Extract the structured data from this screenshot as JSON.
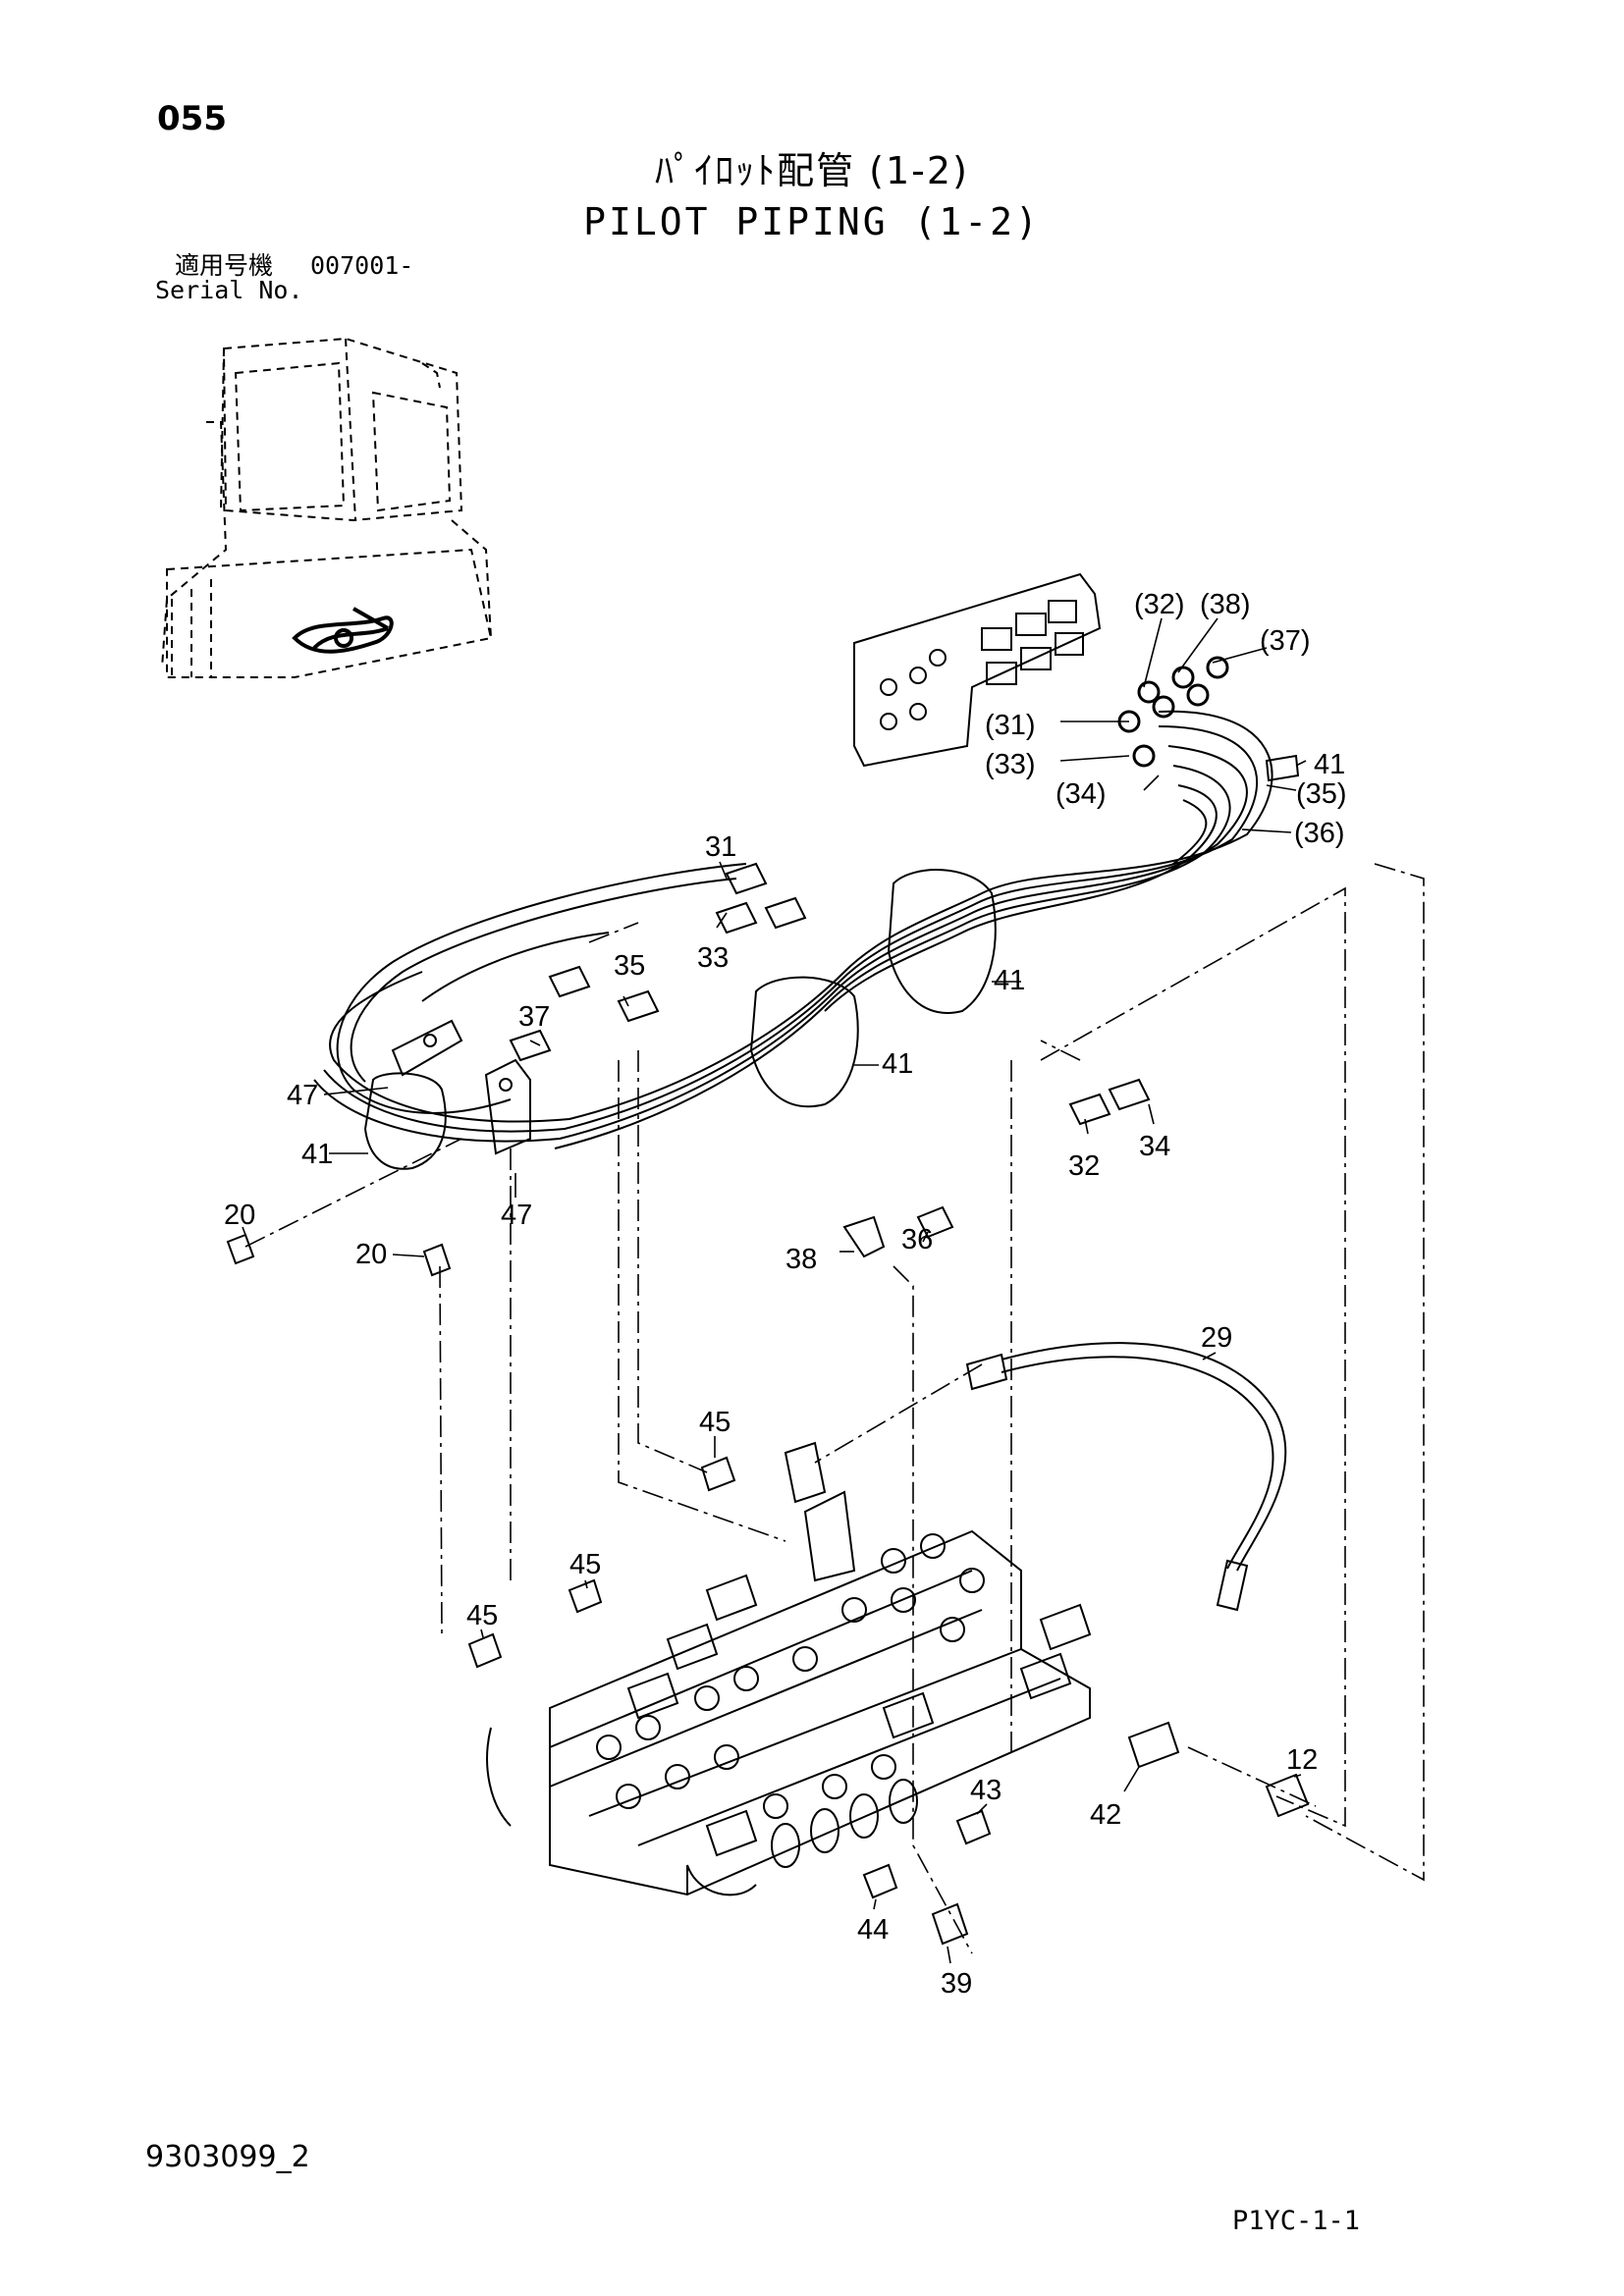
{
  "header": {
    "page_number": "055",
    "title_ja": "ﾊﾟｲﾛｯﾄ配管 (1-2)",
    "title_en": "PILOT PIPING (1-2)",
    "serial_label_ja": "適用号機",
    "serial_range": "007001-",
    "serial_label_en": "Serial No."
  },
  "callouts": [
    {
      "id": "c32p",
      "label": "(32)"
    },
    {
      "id": "c38p",
      "label": "(38)"
    },
    {
      "id": "c37p",
      "label": "(37)"
    },
    {
      "id": "c31p",
      "label": "(31)"
    },
    {
      "id": "c33p",
      "label": "(33)"
    },
    {
      "id": "c34p",
      "label": "(34)"
    },
    {
      "id": "c41a",
      "label": "41"
    },
    {
      "id": "c35p",
      "label": "(35)"
    },
    {
      "id": "c36p",
      "label": "(36)"
    },
    {
      "id": "c31",
      "label": "31"
    },
    {
      "id": "c33",
      "label": "33"
    },
    {
      "id": "c35",
      "label": "35"
    },
    {
      "id": "c41b",
      "label": "41"
    },
    {
      "id": "c37",
      "label": "37"
    },
    {
      "id": "c41c",
      "label": "41"
    },
    {
      "id": "c47a",
      "label": "47"
    },
    {
      "id": "c41d",
      "label": "41"
    },
    {
      "id": "c34",
      "label": "34"
    },
    {
      "id": "c32",
      "label": "32"
    },
    {
      "id": "c20a",
      "label": "20"
    },
    {
      "id": "c47b",
      "label": "47"
    },
    {
      "id": "c36",
      "label": "36"
    },
    {
      "id": "c20b",
      "label": "20"
    },
    {
      "id": "c38",
      "label": "38"
    },
    {
      "id": "c29",
      "label": "29"
    },
    {
      "id": "c45a",
      "label": "45"
    },
    {
      "id": "c45b",
      "label": "45"
    },
    {
      "id": "c45c",
      "label": "45"
    },
    {
      "id": "c12",
      "label": "12"
    },
    {
      "id": "c43",
      "label": "43"
    },
    {
      "id": "c42",
      "label": "42"
    },
    {
      "id": "c44",
      "label": "44"
    },
    {
      "id": "c39",
      "label": "39"
    }
  ],
  "footer": {
    "drawing_number": "9303099_2",
    "page_code": "P1YC-1-1"
  }
}
